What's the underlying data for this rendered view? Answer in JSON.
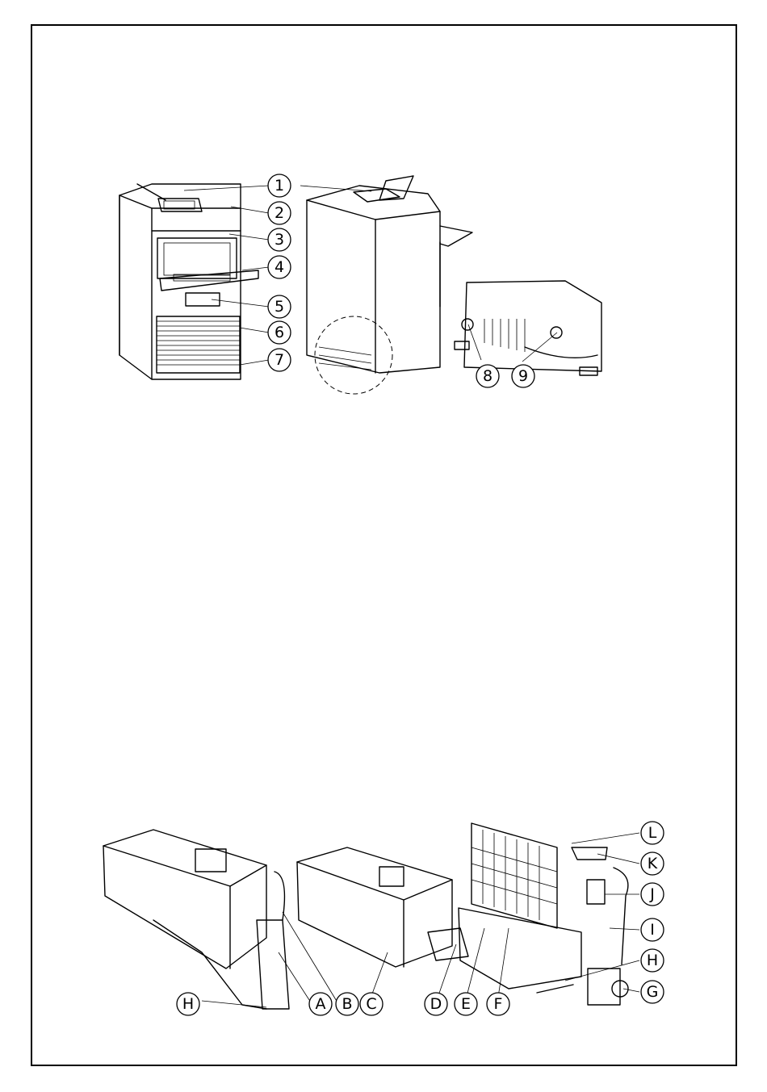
{
  "top_callouts": [
    "1",
    "2",
    "3",
    "4",
    "5",
    "6",
    "7",
    "8",
    "9"
  ],
  "bottom_callouts": [
    "A",
    "B",
    "C",
    "D",
    "E",
    "F",
    "G",
    "H",
    "H",
    "I",
    "J",
    "K",
    "L"
  ]
}
